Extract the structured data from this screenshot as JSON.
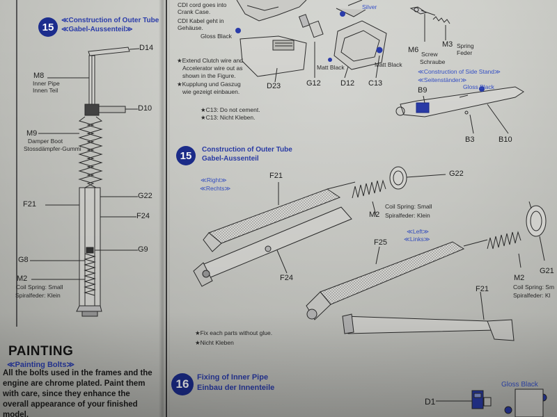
{
  "left_panel": {
    "step_number": "15",
    "title_en": "≪Construction of Outer Tube",
    "title_de": "≪Gabel-Aussenteil≫",
    "parts": [
      {
        "code": "D14"
      },
      {
        "code": "M8",
        "name_en": "Inner Pipe",
        "name_de": "Innen Teil"
      },
      {
        "code": "D10"
      },
      {
        "code": "M9",
        "name_en": "Damper Boot",
        "name_de": "Stossdämpfer-Gummi"
      },
      {
        "code": "G22"
      },
      {
        "code": "F21"
      },
      {
        "code": "F24"
      },
      {
        "code": "G9"
      },
      {
        "code": "G8"
      },
      {
        "code": "M2",
        "name_en": "Coil Spring: Small",
        "name_de": "Spiralfeder: Klein"
      }
    ]
  },
  "painting": {
    "title": "PAINTING",
    "subtitle": "≪Painting Bolts≫",
    "body": "All the bolts used in the frames and the engine are chrome plated. Paint them with care, since they enhance the overall appearance of your finished model."
  },
  "top_section": {
    "cdi_en": "CDI cord goes into Crank Case.",
    "cdi_de": "CDI Kabel geht in Gehäuse.",
    "silver": "Silver",
    "gloss_black": "Gloss Black",
    "clutch_en_1": "★Extend Clutch wire and",
    "clutch_en_2": "Accelerator wire out as",
    "clutch_en_3": "shown in the Figure.",
    "clutch_de_1": "★Kupplung und Gaszug",
    "clutch_de_2": "wie gezeigt einbauen.",
    "matt_black_1": "Matt Black",
    "matt_black_2": "Matt Black",
    "codes": [
      "D23",
      "G12",
      "D12",
      "C13"
    ],
    "note_en": "★C13: Do not cement.",
    "note_de": "★C13: Nicht Kleben.",
    "m6": "M6",
    "m6_en": "Screw",
    "m6_de": "Schraube",
    "m3": "M3",
    "m3_en": "Spring",
    "m3_de": "Feder",
    "side_stand_en": "≪Construction of Side Stand≫",
    "side_stand_de": "≪Seitenständer≫",
    "side_gloss": "Gloss Black",
    "b9": "B9",
    "b3": "B3",
    "b10": "B10"
  },
  "middle_section": {
    "step_number": "15",
    "title_en": "Construction of Outer Tube",
    "title_de": "Gabel-Aussenteil",
    "right_en": "≪Right≫",
    "right_de": "≪Rechts≫",
    "left_en": "≪Left≫",
    "left_de": "≪Links≫",
    "codes": {
      "f21_a": "F21",
      "g22": "G22",
      "m2_a": "M2",
      "f24": "F24",
      "f25": "F25",
      "m2_b": "M2",
      "g21": "G21",
      "f21_b": "F21"
    },
    "coil_en": "Coil Spring: Small",
    "coil_de": "Spiralfeder: Klein",
    "coil2_en": "Coil Spring: Sm",
    "coil2_de": "Spiralfeder: Kl",
    "fix_en": "★Fix each parts without glue.",
    "fix_de": "★Nicht Kleben"
  },
  "bottom_section": {
    "step_number": "16",
    "title_en": "Fixing of Inner Pipe",
    "title_de": "Einbau der Innenteile",
    "gloss_black": "Gloss Black",
    "d1": "D1"
  },
  "colors": {
    "step_blue": "#1c2d8e",
    "text_blue": "#2a3caa",
    "paper": "#d2d3ce",
    "ink": "#1e1e1e"
  }
}
